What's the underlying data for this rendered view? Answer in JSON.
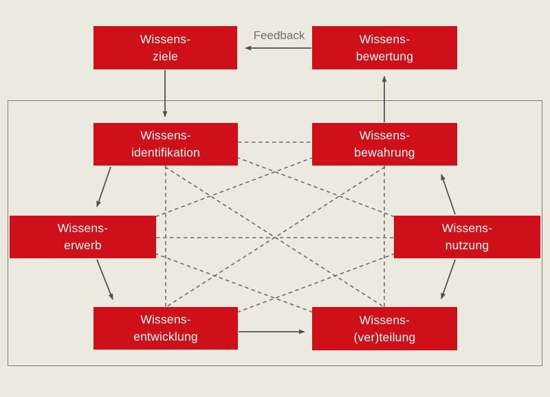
{
  "diagram": {
    "description_labels": {
      "feedback": "Feedback"
    },
    "nodes": {
      "ziele": {
        "line1": "Wissens-",
        "line2": "ziele"
      },
      "bewertung": {
        "line1": "Wissens-",
        "line2": "bewertung"
      },
      "identifikation": {
        "line1": "Wissens-",
        "line2": "identifikation"
      },
      "bewahrung": {
        "line1": "Wissens-",
        "line2": "bewahrung"
      },
      "erwerb": {
        "line1": "Wissens-",
        "line2": "erwerb"
      },
      "nutzung": {
        "line1": "Wissens-",
        "line2": "nutzung"
      },
      "entwicklung": {
        "line1": "Wissens-",
        "line2": "entwicklung"
      },
      "verteilung": {
        "line1": "Wissens-",
        "line2": "(ver)teilung"
      }
    },
    "edges": {
      "solid_arrows": [
        {
          "from": "ziele",
          "to": "identifikation"
        },
        {
          "from": "identifikation",
          "to": "erwerb"
        },
        {
          "from": "erwerb",
          "to": "entwicklung"
        },
        {
          "from": "entwicklung",
          "to": "verteilung"
        },
        {
          "from": "nutzung",
          "to": "verteilung"
        },
        {
          "from": "nutzung",
          "to": "bewahrung"
        },
        {
          "from": "bewahrung",
          "to": "bewertung"
        },
        {
          "from": "bewertung",
          "to": "ziele",
          "label": "Feedback"
        }
      ],
      "dashed_links": [
        {
          "a": "identifikation",
          "b": "bewahrung"
        },
        {
          "a": "erwerb",
          "b": "nutzung"
        },
        {
          "a": "identifikation",
          "b": "entwicklung"
        },
        {
          "a": "bewahrung",
          "b": "verteilung"
        },
        {
          "a": "identifikation",
          "b": "nutzung"
        },
        {
          "a": "bewahrung",
          "b": "erwerb"
        },
        {
          "a": "erwerb",
          "b": "verteilung"
        },
        {
          "a": "nutzung",
          "b": "entwicklung"
        },
        {
          "a": "identifikation",
          "b": "verteilung"
        },
        {
          "a": "bewahrung",
          "b": "entwicklung"
        }
      ]
    },
    "colors": {
      "background": "#ECEADF",
      "node_fill": "#D01018",
      "node_text": "#FCFCFC",
      "solid_line": "#505050",
      "dashed_line": "#6A6A62",
      "frame_border": "#7D7D75",
      "feedback_text": "#6E6E6E"
    }
  }
}
